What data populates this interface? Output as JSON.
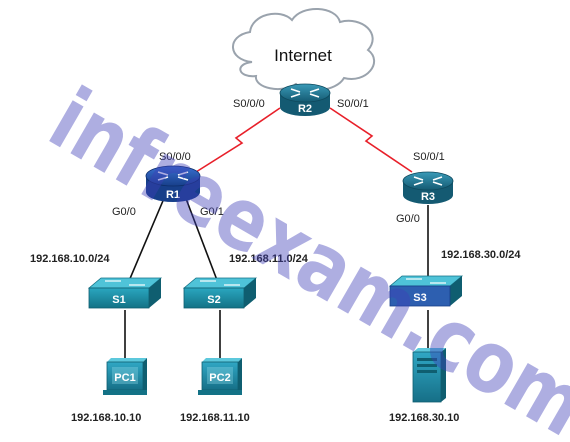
{
  "cloud": {
    "label": "Internet"
  },
  "routers": {
    "r1": {
      "name": "R1"
    },
    "r2": {
      "name": "R2"
    },
    "r3": {
      "name": "R3"
    }
  },
  "switches": {
    "s1": {
      "name": "S1"
    },
    "s2": {
      "name": "S2"
    },
    "s3": {
      "name": "S3"
    }
  },
  "pcs": {
    "pc1": {
      "name": "PC1",
      "ip": "192.168.10.10"
    },
    "pc2": {
      "name": "PC2",
      "ip": "192.168.11.10"
    }
  },
  "server": {
    "ip": "192.168.30.10"
  },
  "interfaces": {
    "r2_left": "S0/0/0",
    "r2_right": "S0/0/1",
    "r1_serial": "S0/0/0",
    "r1_g00": "G0/0",
    "r1_g01": "G0/1",
    "r3_serial": "S0/0/1",
    "r3_g00": "G0/0"
  },
  "networks": {
    "lan1": "192.168.10.0/24",
    "lan2": "192.168.11.0/24",
    "lan3": "192.168.30.0/24"
  },
  "colors": {
    "router": "#1f6f8b",
    "switch": "#1a8aa3",
    "serial_link": "#e8202a",
    "ethernet_link": "#111111",
    "selected_router": "#1e4fa0"
  },
  "watermark": "infreexam.com"
}
